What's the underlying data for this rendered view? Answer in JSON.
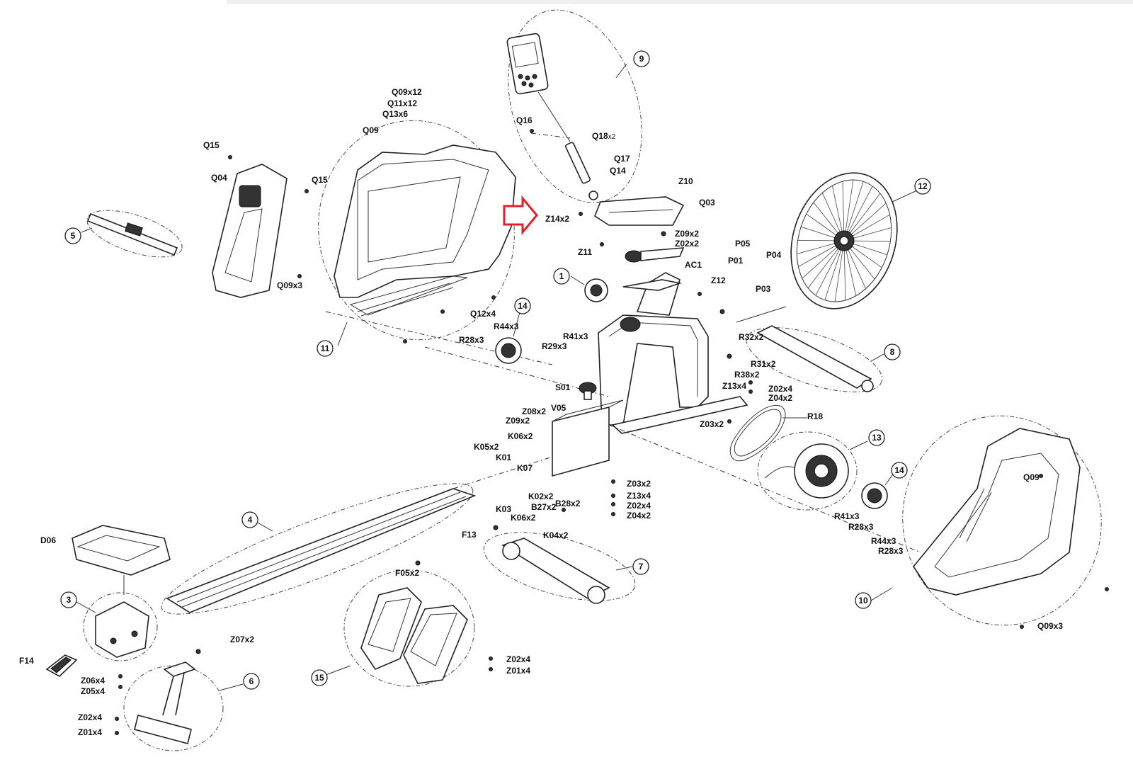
{
  "callouts": [
    "1",
    "3",
    "4",
    "5",
    "6",
    "7",
    "8",
    "9",
    "10",
    "11",
    "12",
    "13",
    "14",
    "14",
    "15"
  ],
  "labels": {
    "q09x12": "Q09x12",
    "q11x12": "Q11x12",
    "q13x6": "Q13x6",
    "q09_top": "Q09",
    "q15_left": "Q15",
    "q04": "Q04",
    "q15_right": "Q15",
    "q09x3_left": "Q09x3",
    "q12x4": "Q12x4",
    "q16": "Q16",
    "q18x2": "Q18",
    "q18x2_suffix": "x2",
    "q17": "Q17",
    "q14": "Q14",
    "z10": "Z10",
    "q03": "Q03",
    "z14x2": "Z14x2",
    "z09x2_top": "Z09x2",
    "z02x2_top": "Z02x2",
    "z11": "Z11",
    "ac1": "AC1",
    "p05": "P05",
    "p01": "P01",
    "p04": "P04",
    "p03": "P03",
    "z12": "Z12",
    "r28x3_left": "R28x3",
    "r44x3_left": "R44x3",
    "r41x3_left": "R41x3",
    "r29x3": "R29x3",
    "r32x2": "R32x2",
    "r31x2": "R31x2",
    "r38x2": "R38x2",
    "z13x4_right": "Z13x4",
    "z02x4_right": "Z02x4",
    "z04x2_right": "Z04x2",
    "s01": "S01",
    "z08x2": "Z08x2",
    "v05": "V05",
    "z09x2_mid": "Z09x2",
    "z03x2_right": "Z03x2",
    "r18": "R18",
    "k05x2": "K05x2",
    "k06x2_top": "K06x2",
    "k01": "K01",
    "k07": "K07",
    "k03": "K03",
    "k02x2": "K02x2",
    "b28x2": "B28x2",
    "k06x2_bot": "K06x2",
    "b27x2": "B27x2",
    "k04x2": "K04x2",
    "z03x2_mid": "Z03x2",
    "z13x4_mid": "Z13x4",
    "z02x4_mid": "Z02x4",
    "z04x2_mid": "Z04x2",
    "r41x3_right": "R41x3",
    "r28x3_mid": "R28x3",
    "r44x3_right": "R44x3",
    "r28x3_right": "R28x3",
    "q09_right": "Q09",
    "q09x3_right": "Q09x3",
    "d06": "D06",
    "f13": "F13",
    "f05x2": "F05x2",
    "z07x2": "Z07x2",
    "f14": "F14",
    "z06x4": "Z06x4",
    "z05x4": "Z05x4",
    "z02x4_left": "Z02x4",
    "z01x4_left": "Z01x4",
    "z02x4_bot": "Z02x4",
    "z01x4_bot": "Z01x4"
  },
  "colors": {
    "highlight_arrow": "#e0212a",
    "line": "#222222",
    "background": "#ffffff"
  },
  "icons": {
    "arrow": "right-arrow-icon"
  }
}
